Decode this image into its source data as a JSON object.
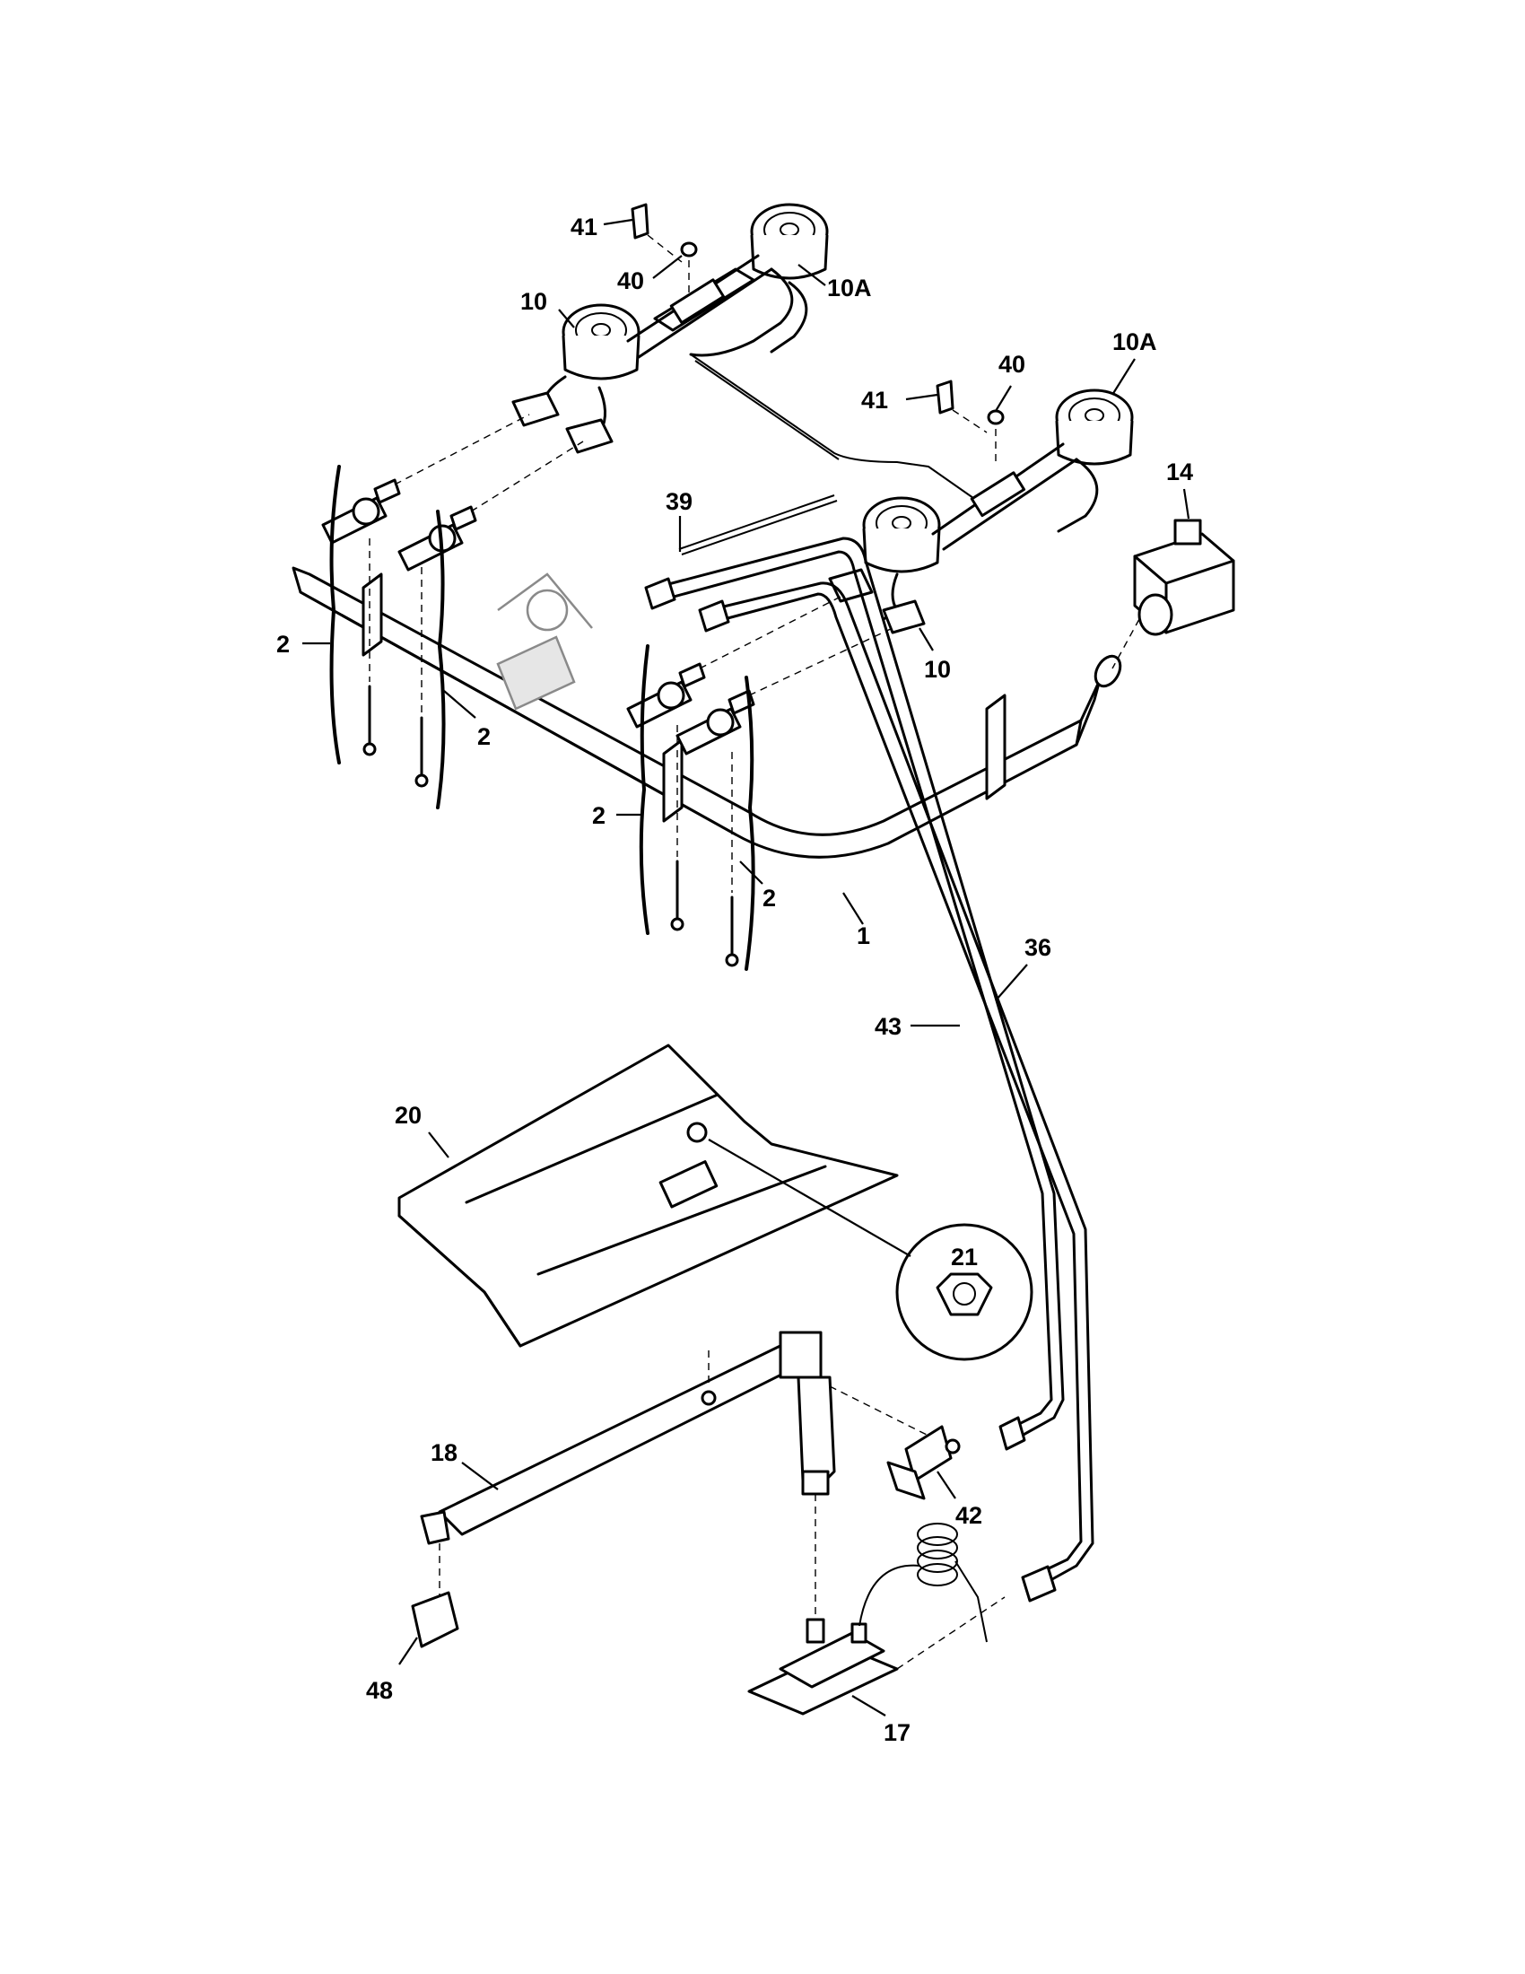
{
  "diagram": {
    "callouts": {
      "c1": "1",
      "c2a": "2",
      "c2b": "2",
      "c2c": "2",
      "c2d": "2",
      "c10a": "10",
      "c10b": "10",
      "c10A_a": "10A",
      "c10A_b": "10A",
      "c14": "14",
      "c17": "17",
      "c18": "18",
      "c20": "20",
      "c21": "21",
      "c36": "36",
      "c39": "39",
      "c40a": "40",
      "c40b": "40",
      "c41a": "41",
      "c41b": "41",
      "c42": "42",
      "c43": "43",
      "c48": "48"
    }
  }
}
